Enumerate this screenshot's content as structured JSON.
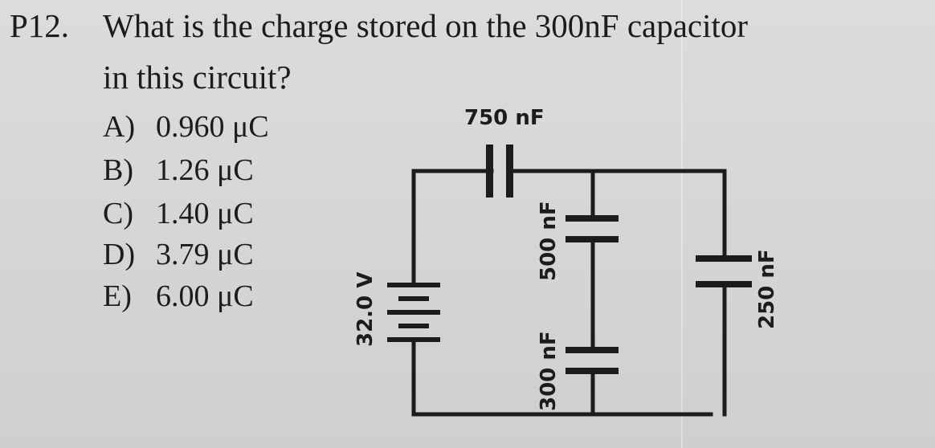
{
  "question": {
    "number": "P12.",
    "line1": "What is the charge stored on the 300nF capacitor",
    "line2": "in this circuit?"
  },
  "options": [
    {
      "letter": "A)",
      "text": "0.960 μC"
    },
    {
      "letter": "B)",
      "text": "1.26 μC"
    },
    {
      "letter": "C)",
      "text": "1.40 μC"
    },
    {
      "letter": "D)",
      "text": "3.79 μC"
    },
    {
      "letter": "E)",
      "text": "6.00 μC"
    }
  ],
  "circuit": {
    "c_series_top": "750 nF",
    "battery": "32.0 V",
    "c_middle_upper": "500 nF",
    "c_middle_lower": "300 nF",
    "c_right": "250 nF"
  },
  "colors": {
    "ink": "#1c1c1c",
    "paper": "#d6d6d6"
  }
}
